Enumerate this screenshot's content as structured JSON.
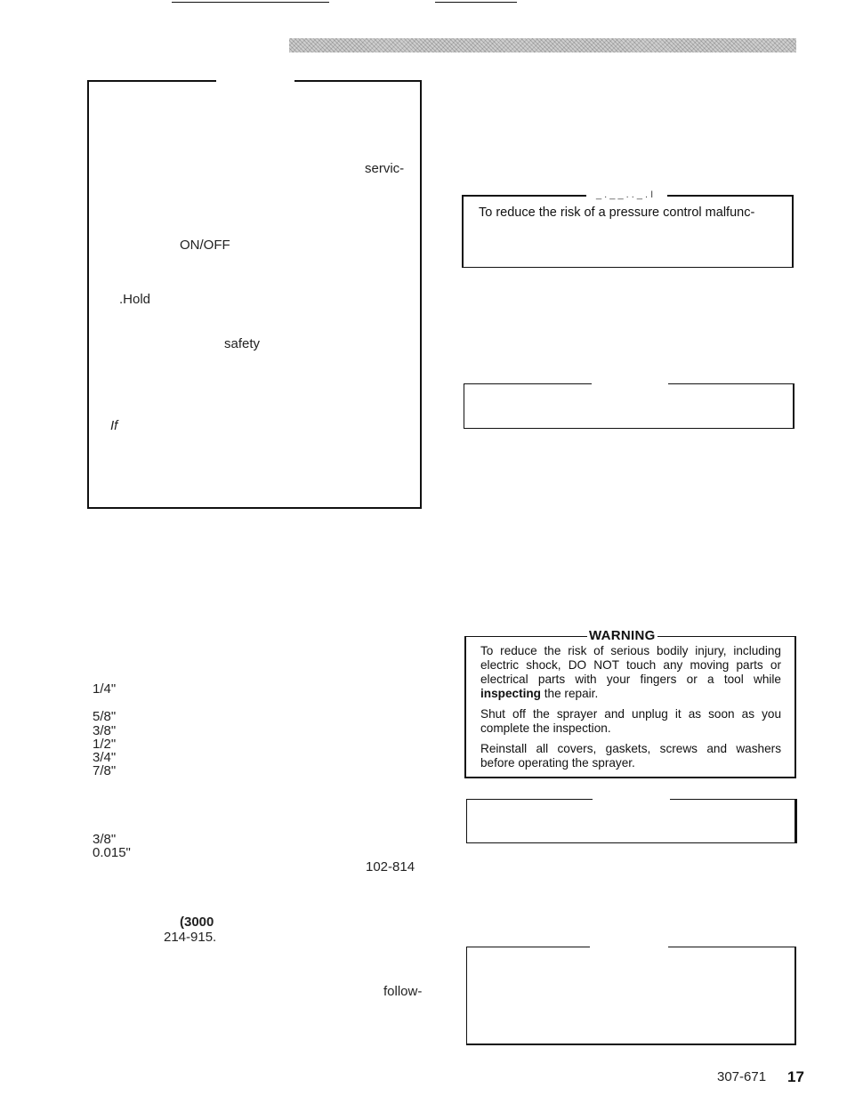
{
  "left_column": {
    "service_word": "servic-",
    "switch_label": "ON/OFF",
    "hold_word": ".Hold",
    "safety_word": "safety",
    "if_word": "If"
  },
  "pressure_note": {
    "heading_fragment": "_ . _ _ . . _ . I",
    "line1": "To reduce the risk of a pressure control malfunc-",
    "cut_line": ".... ..... ....... ... .......... ..... ... ....."
  },
  "specs": {
    "sizes": [
      "1/4\"",
      "5/8\"",
      "3/8\"",
      "1/2\"",
      "3/4\"",
      "7/8\""
    ],
    "size_b": "3/8\"",
    "gap": "0.015\"",
    "part_number": "102-814",
    "pressure_fragment": "(3000",
    "part_number_2": "214-915.",
    "follow_word": "follow-"
  },
  "warning": {
    "title": "WARNING",
    "para1_a": "To reduce the risk of serious bodily injury, including electric shock, DO NOT touch any moving parts or electrical parts with your fingers or a tool while ",
    "para1_b": "inspecting",
    "para1_c": " the repair.",
    "para2": "Shut off the sprayer and unplug it as soon as you complete the inspection.",
    "para3": "Reinstall all covers, gaskets, screws and washers before operating the sprayer."
  },
  "footer": {
    "doc_number": "307-671",
    "page_number": "17"
  }
}
